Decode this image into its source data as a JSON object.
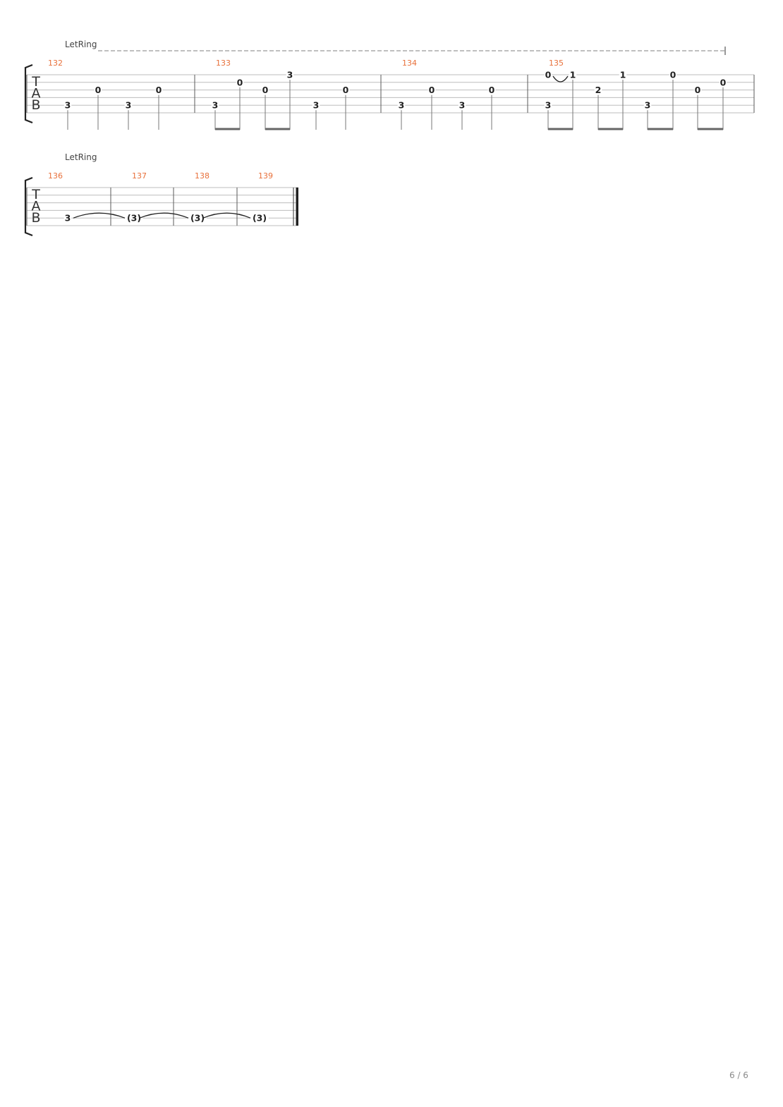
{
  "tab_clef": [
    "T",
    "A",
    "B"
  ],
  "page_number": "6 / 6",
  "colors": {
    "measure_number": "#e8703a",
    "string_line": "#bdbdbd",
    "barline": "#5a5a5a",
    "note": "#222222",
    "stem": "#777777",
    "beam": "#666666",
    "text": "#444444"
  },
  "systems": [
    {
      "let_ring": {
        "label": "LetRing",
        "extended": true
      },
      "measures": [
        {
          "number": "132",
          "notes": [
            {
              "fret": "3",
              "string": 5,
              "stem": true
            },
            {
              "fret": "0",
              "string": 3,
              "stem": true
            },
            {
              "fret": "3",
              "string": 5,
              "stem": true
            },
            {
              "fret": "0",
              "string": 3,
              "stem": true
            }
          ]
        },
        {
          "number": "133",
          "notes": [
            {
              "fret": "3",
              "string": 5,
              "stem": true
            },
            {
              "fret": "0",
              "string": 2,
              "stem": true
            },
            {
              "fret": "0",
              "string": 3,
              "stem": true
            },
            {
              "fret": "3",
              "string": 1,
              "stem": true
            },
            {
              "fret": "3",
              "string": 5,
              "stem": true
            },
            {
              "fret": "0",
              "string": 3,
              "stem": true
            }
          ],
          "beams": [
            [
              0,
              1
            ],
            [
              2,
              3
            ]
          ]
        },
        {
          "number": "134",
          "notes": [
            {
              "fret": "3",
              "string": 5,
              "stem": true
            },
            {
              "fret": "0",
              "string": 3,
              "stem": true
            },
            {
              "fret": "3",
              "string": 5,
              "stem": true
            },
            {
              "fret": "0",
              "string": 3,
              "stem": true
            }
          ]
        },
        {
          "number": "135",
          "notes": [
            {
              "fret": "0",
              "string": 1,
              "stem": false
            },
            {
              "fret": "3",
              "string": 5,
              "stem": true
            },
            {
              "fret": "1",
              "string": 1,
              "stem": true
            },
            {
              "fret": "2",
              "string": 3,
              "stem": true
            },
            {
              "fret": "1",
              "string": 1,
              "stem": true
            },
            {
              "fret": "3",
              "string": 5,
              "stem": true
            },
            {
              "fret": "0",
              "string": 1,
              "stem": true
            },
            {
              "fret": "0",
              "string": 3,
              "stem": true
            },
            {
              "fret": "0",
              "string": 2,
              "stem": true
            }
          ],
          "beams": [
            [
              1,
              2
            ],
            [
              3,
              4
            ],
            [
              5,
              6
            ],
            [
              7,
              8
            ]
          ],
          "slurs": [
            [
              0,
              2
            ]
          ]
        }
      ]
    },
    {
      "let_ring": {
        "label": "LetRing",
        "extended": false
      },
      "measures": [
        {
          "number": "136",
          "notes": [
            {
              "fret": "3",
              "string": 5,
              "stem": false
            }
          ]
        },
        {
          "number": "137",
          "notes": [
            {
              "fret": "(3)",
              "string": 5,
              "stem": false
            }
          ]
        },
        {
          "number": "138",
          "notes": [
            {
              "fret": "(3)",
              "string": 5,
              "stem": false
            }
          ]
        },
        {
          "number": "139",
          "notes": [
            {
              "fret": "(3)",
              "string": 5,
              "stem": false
            }
          ]
        }
      ],
      "ties": [
        [
          0,
          1
        ],
        [
          1,
          2
        ],
        [
          2,
          3
        ]
      ],
      "final_barline": true
    }
  ]
}
